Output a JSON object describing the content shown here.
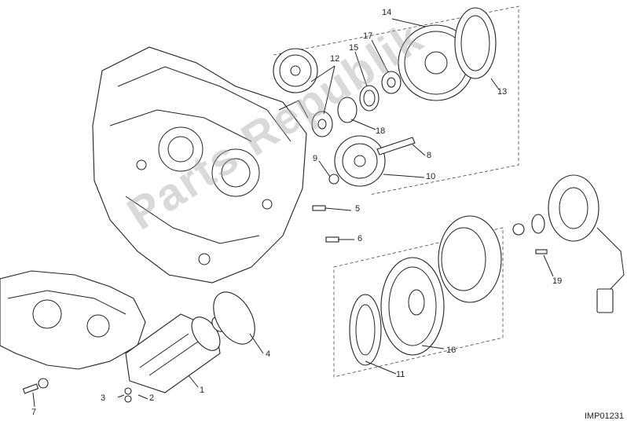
{
  "diagram": {
    "watermark": "Parts Republik",
    "reference_code": "IMP01231",
    "callouts": [
      {
        "id": "1",
        "label": "1"
      },
      {
        "id": "2",
        "label": "2"
      },
      {
        "id": "3",
        "label": "3"
      },
      {
        "id": "4",
        "label": "4"
      },
      {
        "id": "5",
        "label": "5"
      },
      {
        "id": "6",
        "label": "6"
      },
      {
        "id": "7",
        "label": "7"
      },
      {
        "id": "8",
        "label": "8"
      },
      {
        "id": "9",
        "label": "9"
      },
      {
        "id": "10",
        "label": "10"
      },
      {
        "id": "11",
        "label": "11"
      },
      {
        "id": "12",
        "label": "12"
      },
      {
        "id": "13",
        "label": "13"
      },
      {
        "id": "14",
        "label": "14"
      },
      {
        "id": "15",
        "label": "15"
      },
      {
        "id": "16",
        "label": "16"
      },
      {
        "id": "17",
        "label": "17"
      },
      {
        "id": "18",
        "label": "18"
      },
      {
        "id": "19",
        "label": "19"
      }
    ]
  }
}
